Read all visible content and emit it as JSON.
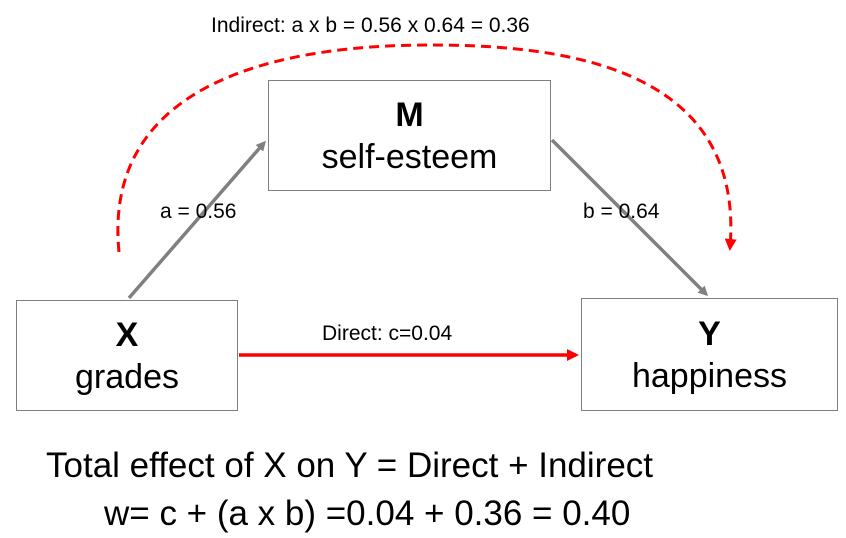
{
  "nodes": {
    "m": {
      "letter": "M",
      "label": "self-esteem"
    },
    "x": {
      "letter": "X",
      "label": "grades"
    },
    "y": {
      "letter": "Y",
      "label": "happiness"
    }
  },
  "paths": {
    "a_label": "a = 0.56",
    "b_label": "b = 0.64",
    "direct_label": "Direct: c=0.04",
    "indirect_label": "Indirect: a x b = 0.56 x 0.64 = 0.36"
  },
  "footer": {
    "line1": "Total effect of X on Y = Direct + Indirect",
    "line2": "w= c + (a x b) =0.04 + 0.36 = 0.40"
  },
  "colors": {
    "node_border": "#7f7f7f",
    "mediation_arrow": "#808080",
    "direct_arrow": "#ff0000",
    "indirect_arc": "#ff0000"
  }
}
